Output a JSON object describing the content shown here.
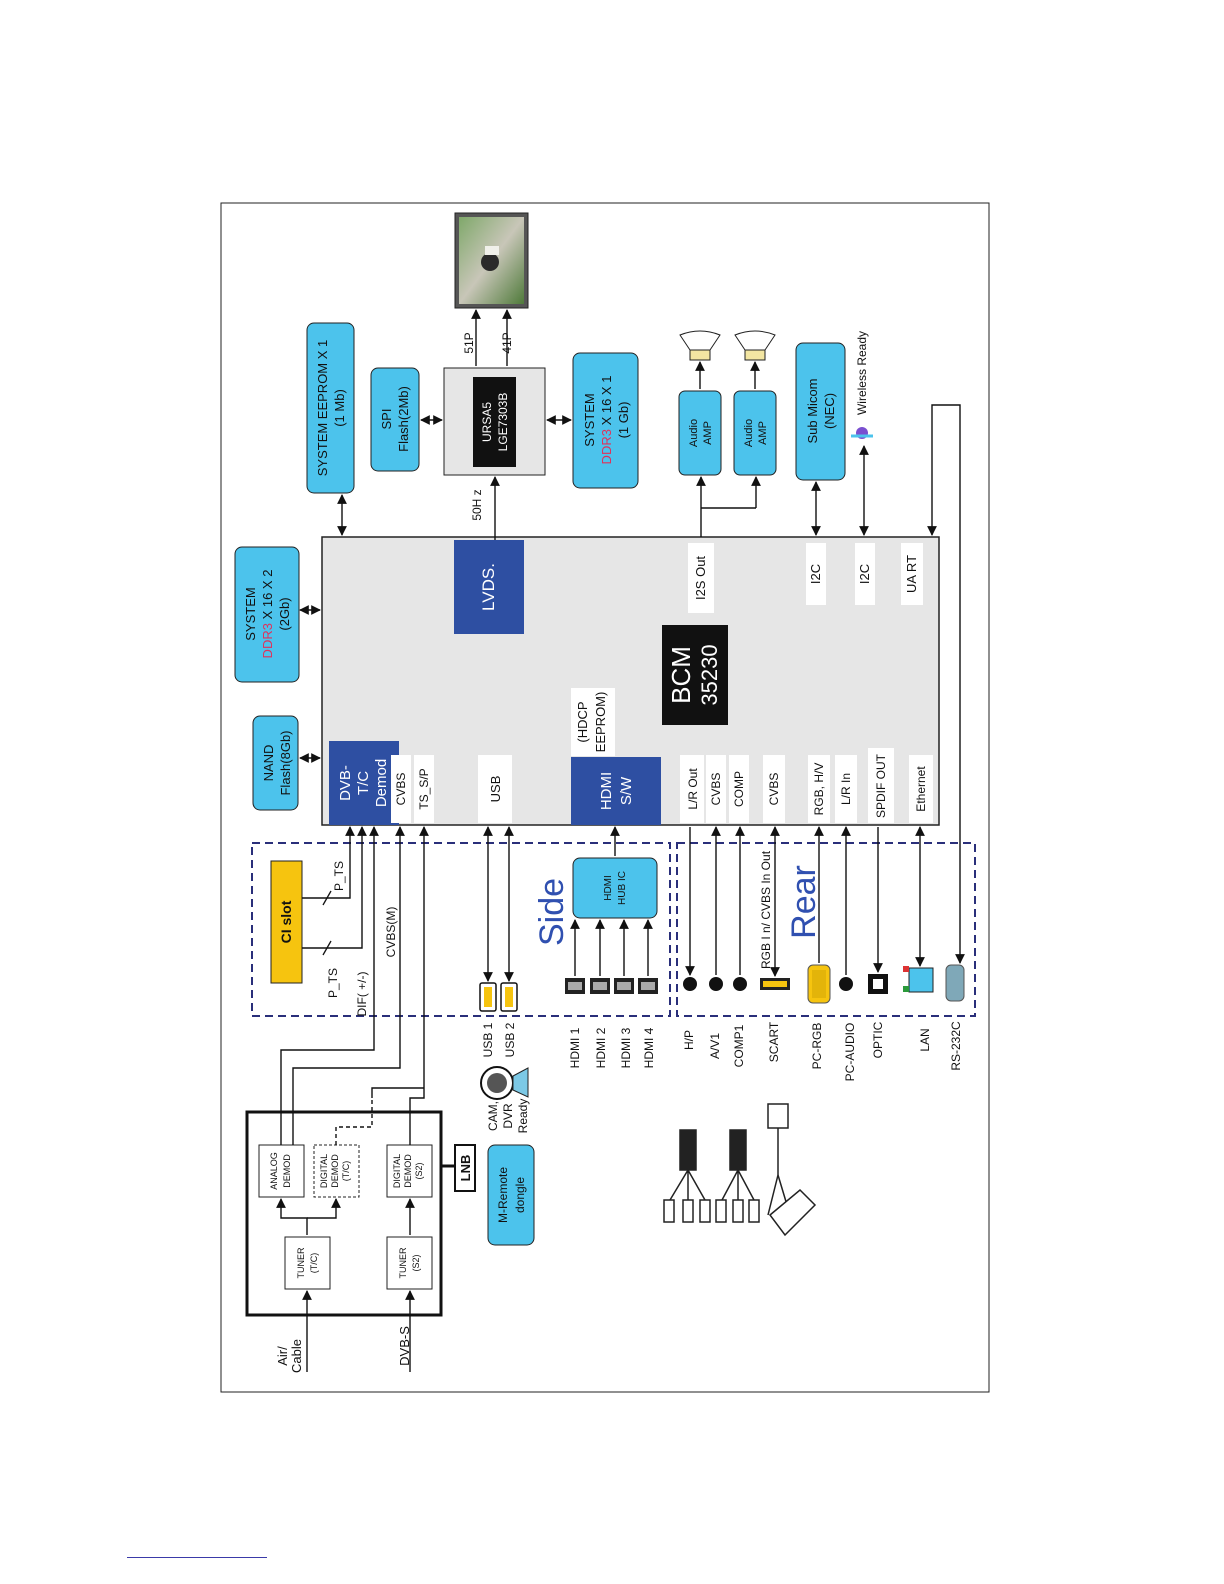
{
  "colors": {
    "light_blue": "#4cc3ec",
    "dark_blue": "#2e4fa2",
    "soc_grey": "#e6e6e6",
    "ci_yellow": "#f6c40f",
    "ddr_red": "#e0315a",
    "dashed_border": "#2a2f7a",
    "speaker_fill": "#f3e6a2"
  },
  "blocks": {
    "system_eeprom": {
      "line1": "SYSTEM EEPROM X 1",
      "line2": "(1 Mb)"
    },
    "spi_flash": {
      "line1": "SPI",
      "line2": "Flash(2Mb)"
    },
    "ursa": {
      "line1": "URSA5",
      "line2": "LGE7303B"
    },
    "ddr3_right": {
      "line1": "SYSTEM",
      "ddr": "DDR3",
      "rest": " X 16 X 1",
      "line3": "(1 Gb)"
    },
    "ddr3_left": {
      "line1": "SYSTEM",
      "ddr": "DDR3",
      "rest": " X 16 X 2",
      "line3": "(2Gb)"
    },
    "nand": {
      "line1": "NAND",
      "line2": "Flash(8Gb)"
    },
    "audio_amp_1": {
      "line1": "Audio",
      "line2": "AMP"
    },
    "audio_amp_2": {
      "line1": "Audio",
      "line2": "AMP"
    },
    "sub_micom": {
      "line1": "Sub Micom",
      "line2": "(NEC)"
    },
    "wireless": "Wireless  Ready",
    "m_remote": {
      "line1": "M-Remote",
      "line2": "dongle"
    },
    "lnb": "LNB",
    "ci_slot": "CI slot",
    "hdmi_hub": {
      "line1": "HDMI",
      "line2": "HUB IC"
    }
  },
  "soc": {
    "name_line1": "BCM",
    "name_line2": "35230",
    "lvds": "LVDS.",
    "dvb_demod": {
      "line1": "DVB-",
      "line2": "T/C",
      "line3": "Demod"
    },
    "hdmi_sw": {
      "line1": "HDMI",
      "line2": "S/W"
    },
    "hdcp": {
      "line1": "(HDCP",
      "line2": "EEPROM)"
    },
    "i2s_out": "I2S   Out",
    "i2c_1": "I2C",
    "i2c_2": "I2C",
    "uart": "UA RT",
    "ports": {
      "cvbs_demod": "CVBS",
      "ts_sp": "TS_S/P",
      "usb": "USB",
      "lr_out": "L/R Out",
      "cvbs_1": "CVBS",
      "comp": "COMP",
      "cvbs_2": "CVBS",
      "rgb_hv": "RGB, H/V",
      "lr_in": "L/R In",
      "spdif_out": "SPDIF OUT",
      "ethernet": "Ethernet"
    }
  },
  "signals": {
    "hz": "50H z",
    "p51": "51P",
    "p41": "41P",
    "p_ts_1": "P_TS",
    "p_ts_2": "P_TS",
    "cvbs_m": "CVBS(M)",
    "dif": "DIF( +/-)",
    "rgb_cvbs": "RGB I n/ CVBS In  Out"
  },
  "tuner": {
    "analog_demod": {
      "line1": "ANALOG",
      "line2": "DEMOD"
    },
    "digital_demod_tc": {
      "line1": "DIGITAL",
      "line2": "DEMOD",
      "line3": "(T/C)"
    },
    "digital_demod_s2": {
      "line1": "DIGITAL",
      "line2": "DEMOD",
      "line3": "(S2)"
    },
    "tuner_tc": {
      "line1": "TUNER",
      "line2": "(T/C)"
    },
    "tuner_s2": {
      "line1": "TUNER",
      "line2": "(S2)"
    },
    "air_cable": {
      "line1": "Air/",
      "line2": "Cable"
    },
    "dvb_s": "DVB-S"
  },
  "sections": {
    "side": "Side",
    "rear": "Rear"
  },
  "side_labels": {
    "usb1": "USB 1",
    "usb2": "USB 2",
    "cam": {
      "line1": "CAM,",
      "line2": "DVR",
      "line3": "Ready"
    },
    "hdmi1": "HDMI 1",
    "hdmi2": "HDMI 2",
    "hdmi3": "HDMI 3",
    "hdmi4": "HDMI 4"
  },
  "rear_labels": {
    "hp": "H/P",
    "av1": "A/V1",
    "comp1": "COMP1",
    "scart": "SCART",
    "pc_rgb": "PC-RGB",
    "pc_audio": "PC-AUDIO",
    "optic": "OPTIC",
    "lan": "LAN",
    "rs232c": "RS-232C"
  }
}
